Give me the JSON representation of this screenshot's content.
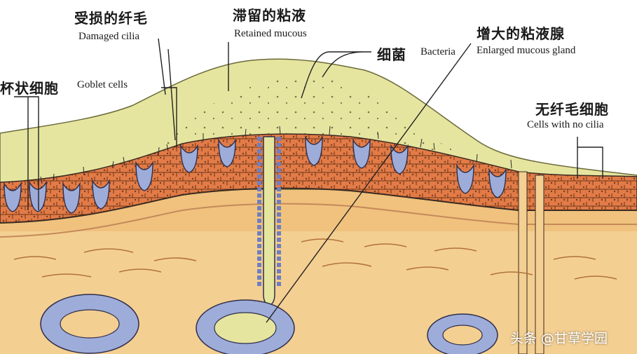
{
  "labels": {
    "damaged_cilia": {
      "zh": "受损的纤毛",
      "en": "Damaged cilia"
    },
    "retained_mucous": {
      "zh": "滞留的粘液",
      "en": "Retained mucous"
    },
    "bacteria": {
      "zh": "细菌",
      "en": "Bacteria"
    },
    "enlarged_gland": {
      "zh": "增大的粘液腺",
      "en": "Enlarged mucous gland"
    },
    "goblet_cells": {
      "zh": "杯状细胞",
      "en": "Goblet cells"
    },
    "no_cilia": {
      "zh": "无纤毛细胞",
      "en": "Cells with no cilia"
    }
  },
  "watermark": "头条 @甘草学园",
  "colors": {
    "mucus": "#e4e49a",
    "epithelium": "#e07a45",
    "goblet": "#9aa8d8",
    "submucosa": "#f2c98a",
    "outline": "#3a2a20"
  }
}
